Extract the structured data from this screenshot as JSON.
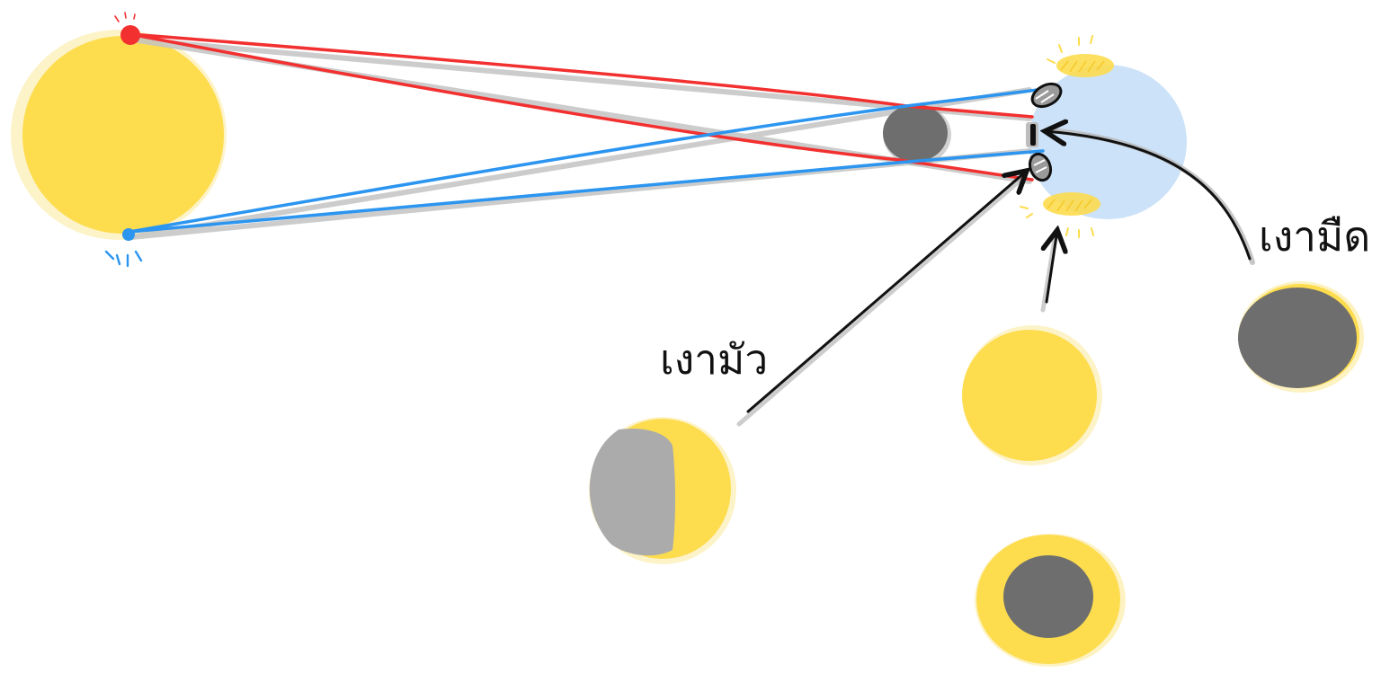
{
  "labels": {
    "penumbra": "เงามัว",
    "umbra": "เงามืด"
  },
  "colors": {
    "sun": "#FDDC4E",
    "sun_glow": "#FBE99A",
    "earth": "#CCE2F8",
    "moon": "#6E6E6E",
    "penumbra_shade": "#ABABAB",
    "red_ray": "#F23030",
    "blue_ray": "#2B95F0",
    "arrow": "#111111",
    "ray_shadow": "#C4C4C4"
  },
  "icons": [
    "sun",
    "moon",
    "earth",
    "sun-top-edge-point",
    "sun-bottom-edge-point"
  ],
  "views": [
    "partial-eclipse-view",
    "no-eclipse-view",
    "total-eclipse-view",
    "annular-eclipse-view"
  ]
}
